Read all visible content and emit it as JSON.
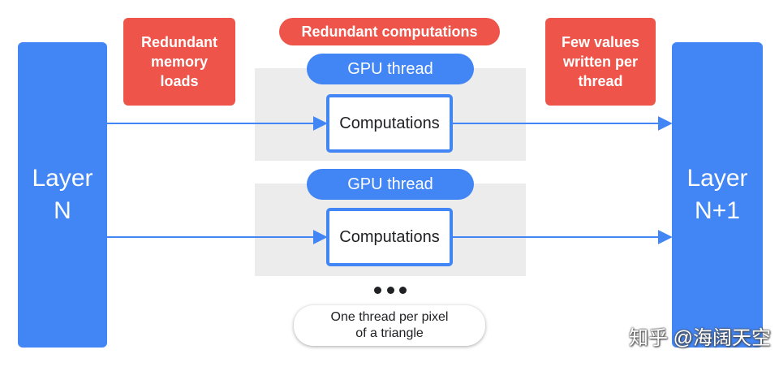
{
  "layer_left": {
    "label": "Layer\nN"
  },
  "layer_right": {
    "label": "Layer\nN+1"
  },
  "callouts": {
    "memory": "Redundant\nmemory\nloads",
    "computations": "Redundant computations",
    "writes": "Few values\nwritten per\nthread"
  },
  "threads": [
    {
      "label": "GPU thread",
      "box": "Computations"
    },
    {
      "label": "GPU thread",
      "box": "Computations"
    }
  ],
  "ellipsis": "•••",
  "note": "One thread per pixel\nof a triangle",
  "watermark": "知乎 @海阔天空",
  "colors": {
    "blue": "#4285f4",
    "red": "#ee5449",
    "gray": "#ececec"
  }
}
